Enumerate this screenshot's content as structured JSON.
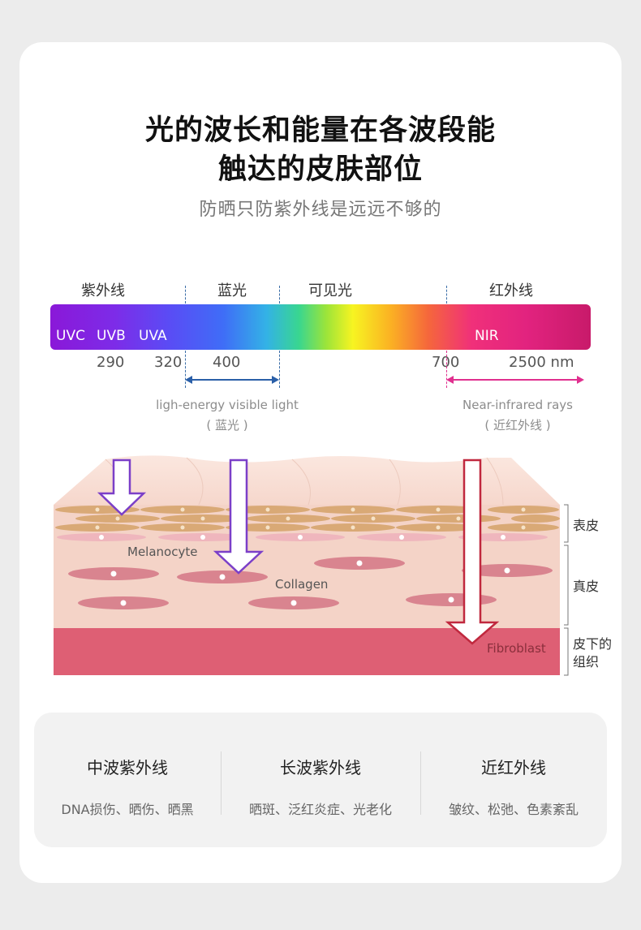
{
  "title_line1": "光的波长和能量在各波段能",
  "title_line2": "触达的皮肤部位",
  "subtitle": "防晒只防紫外线是远远不够的",
  "bands": {
    "uv": "紫外线",
    "blue": "蓝光",
    "visible": "可见光",
    "ir": "红外线"
  },
  "spectrum_labels": {
    "uvc": "UVC",
    "uvb": "UVB",
    "uva": "UVA",
    "nir": "NIR"
  },
  "ticks": [
    "290",
    "320",
    "400",
    "700",
    "2500 nm"
  ],
  "notes": {
    "blue_en": "ligh-energy visible light",
    "blue_cn": "( 蓝光 )",
    "nir_en": "Near-infrared rays",
    "nir_cn": "( 近红外线 )"
  },
  "skin": {
    "melanocyte": "Melanocyte",
    "collagen": "Collagen",
    "fibroblast": "Fibroblast",
    "layers": [
      "表皮",
      "真皮",
      "皮下的",
      "组织"
    ]
  },
  "columns": [
    {
      "title": "中波紫外线",
      "desc": "DNA损伤、晒伤、晒黑"
    },
    {
      "title": "长波紫外线",
      "desc": "晒斑、泛红炎症、光老化"
    },
    {
      "title": "近红外线",
      "desc": "皱纹、松弛、色素紊乱"
    }
  ],
  "colors": {
    "blue_arrow": "#2a5fa8",
    "nir_arrow": "#e0308f",
    "uv_arrow": "#7b3fc8",
    "ir_arrow": "#c0283e",
    "epidermis": "#f3d3c8",
    "subcutis": "#de5f74"
  }
}
